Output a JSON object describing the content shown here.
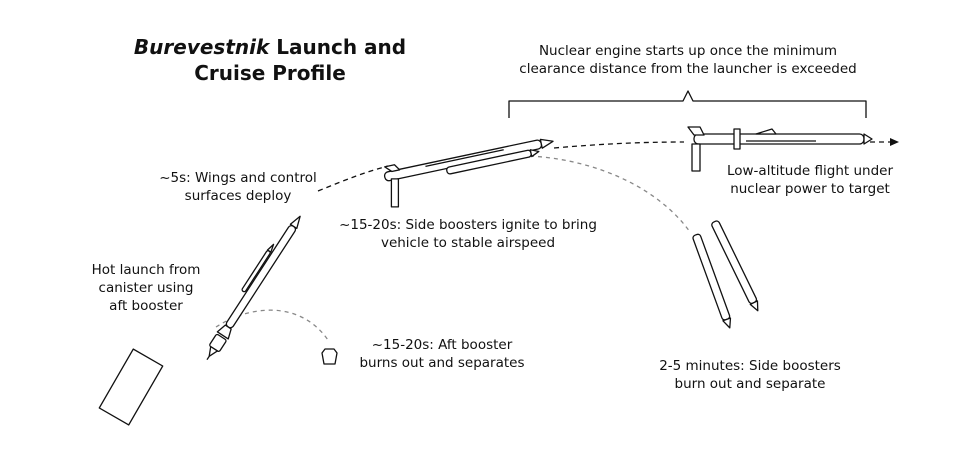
{
  "title": {
    "name_italic": "Burevestnik",
    "rest_line1": " Launch and",
    "line2": "Cruise Profile"
  },
  "labels": {
    "nuclear_engine": [
      "Nuclear engine starts up once the minimum",
      "clearance distance from the launcher is exceeded"
    ],
    "low_altitude": [
      "Low-altitude flight under",
      "nuclear power to target"
    ],
    "wings_deploy": [
      "~5s: Wings and control",
      "surfaces deploy"
    ],
    "side_ignite": [
      "~15-20s: Side boosters ignite to bring",
      "vehicle to stable airspeed"
    ],
    "hot_launch": [
      "Hot launch from",
      "canister using",
      "aft booster"
    ],
    "aft_booster": [
      "~15-20s: Aft booster",
      "burns out and separates"
    ],
    "side_separate": [
      "2-5 minutes: Side boosters",
      "burn out and separate"
    ]
  },
  "colors": {
    "line": "#111111",
    "dash": "#222222",
    "dash_light": "#888888",
    "fill": "#ffffff"
  }
}
